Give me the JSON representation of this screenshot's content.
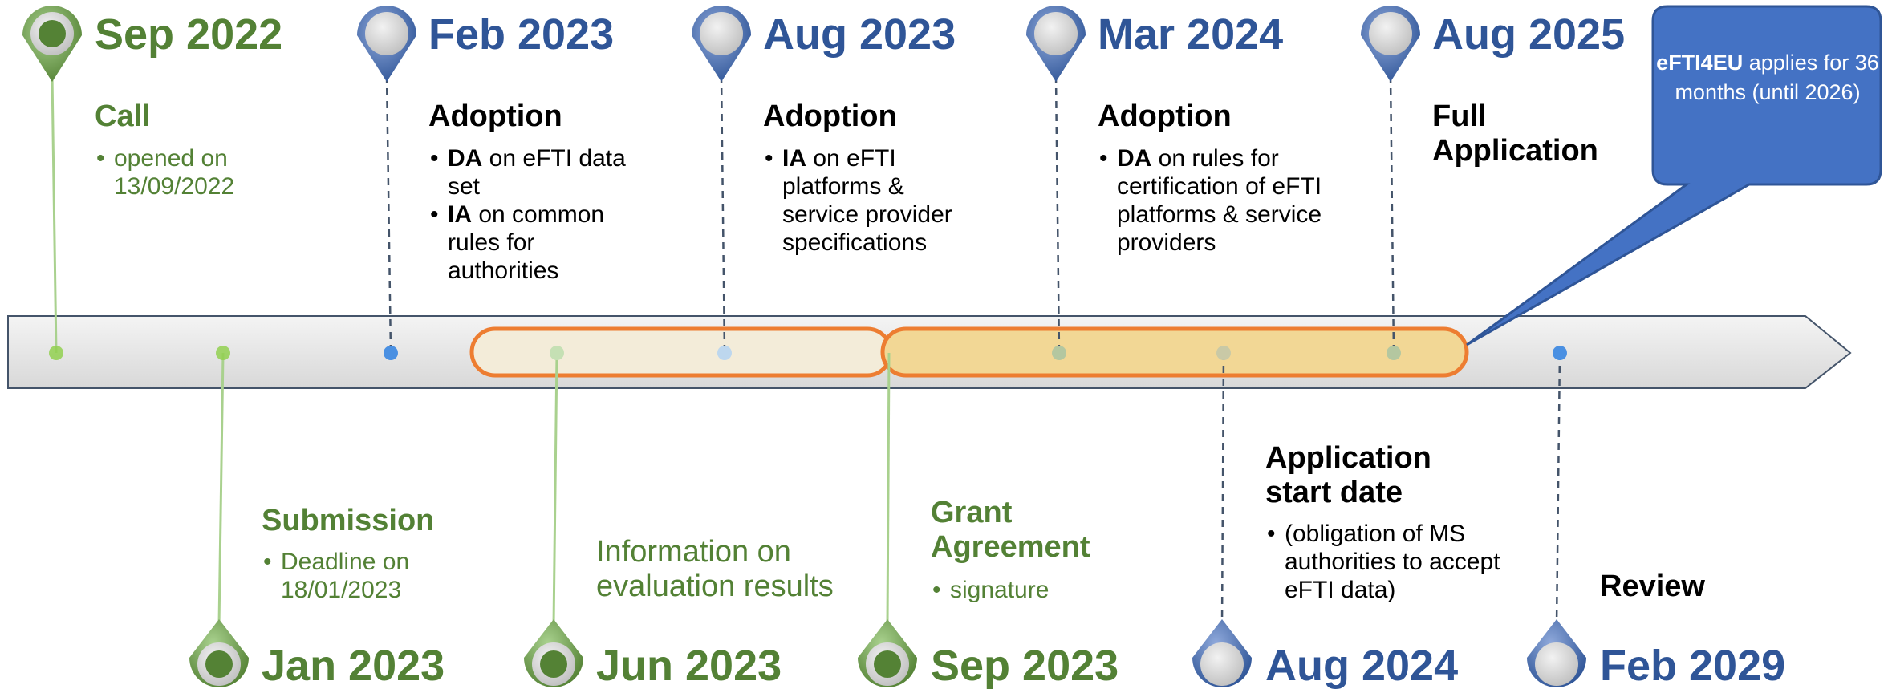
{
  "milestones_top": [
    {
      "date": "Sep 2022",
      "heading": "Call",
      "bullets": [
        {
          "bold": "",
          "text": "opened on 13/09/2022"
        }
      ]
    },
    {
      "date": "Feb 2023",
      "heading": "Adoption",
      "bullets": [
        {
          "bold": "DA",
          "text": " on eFTI data set"
        },
        {
          "bold": "IA",
          "text": " on common rules for authorities"
        }
      ]
    },
    {
      "date": "Aug 2023",
      "heading": "Adoption",
      "bullets": [
        {
          "bold": "IA",
          "text": " on eFTI platforms & service provider specifications"
        }
      ]
    },
    {
      "date": "Mar 2024",
      "heading": "Adoption",
      "bullets": [
        {
          "bold": "DA",
          "text": " on rules for certification of eFTI platforms & service providers"
        }
      ]
    },
    {
      "date": "Aug 2025",
      "heading": "Full Application",
      "bullets": []
    }
  ],
  "milestones_bottom": [
    {
      "date": "Jan 2023",
      "heading": "Submission",
      "bullets": [
        {
          "bold": "",
          "text": "Deadline on 18/01/2023"
        }
      ]
    },
    {
      "date": "Jun 2023",
      "heading": "Information on evaluation results",
      "bullets": []
    },
    {
      "date": "Sep 2023",
      "heading": "Grant Agreement",
      "bullets": [
        {
          "bold": "",
          "text": "signature"
        }
      ]
    },
    {
      "date": "Aug 2024",
      "heading": "Application start date",
      "bullets": [
        {
          "bold": "",
          "text": "(obligation of MS authorities to accept eFTI data)"
        }
      ]
    },
    {
      "date": "Feb 2029",
      "heading": "Review",
      "bullets": []
    }
  ],
  "callout": {
    "bold": "eFTI4EU",
    "text": " applies for 36 months (until 2026)"
  },
  "colors": {
    "green": "#538135",
    "blue": "#2f5597",
    "callout": "#4472c4",
    "highlight_border": "#ed7d31",
    "highlight_fill_light": "#f3ecd9",
    "highlight_fill_dark": "#f2d795",
    "arrow_fill": "#e7e6e6",
    "arrow_stroke": "#44546a"
  }
}
